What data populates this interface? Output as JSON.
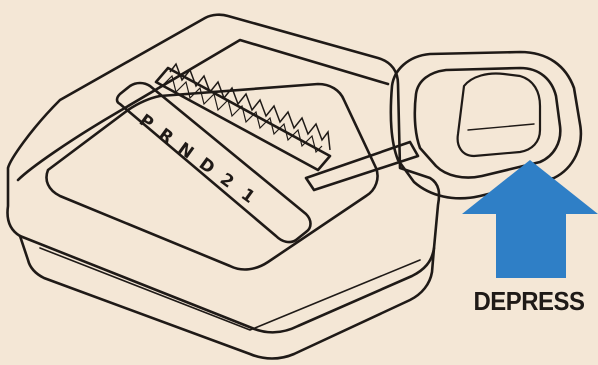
{
  "diagram": {
    "gear_positions": [
      "P",
      "R",
      "N",
      "D",
      "2",
      "1"
    ],
    "callout_label": "DEPRESS",
    "arrow_direction": "up",
    "colors": {
      "background": "#f4e7d6",
      "ink": "#1f1a17",
      "arrow": "#2f7fc6"
    }
  }
}
